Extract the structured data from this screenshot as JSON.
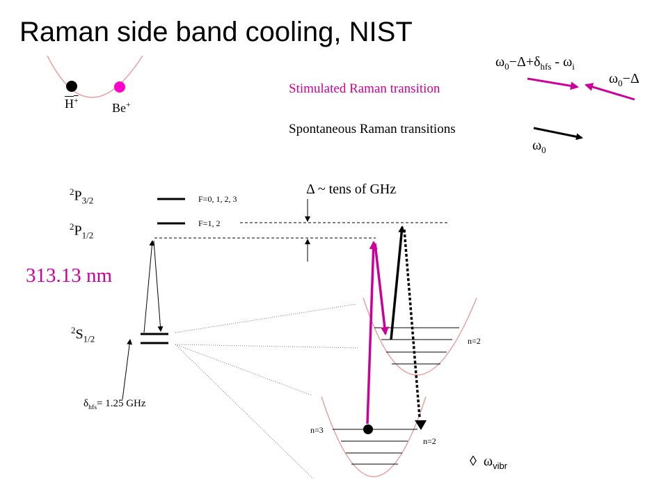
{
  "title": "Raman side band cooling, NIST",
  "ions": {
    "hbar_label": "H",
    "hbar_sup": "+",
    "be_label": "Be",
    "be_sup": "+"
  },
  "transitions": {
    "stimulated": "Stimulated Raman transition",
    "spontaneous": "Spontaneous Raman transitions"
  },
  "beams": {
    "beam1": {
      "sym": "ω",
      "sub0": "0",
      "minus_delta": "−Δ+δ",
      "hfs": "hfs",
      "minus": " - ω",
      "i": "i"
    },
    "beam2": {
      "sym": "ω",
      "sub0": "0",
      "rest": "−Δ"
    },
    "beam3": {
      "sym": "ω",
      "sub0": "0"
    }
  },
  "levels": {
    "p32": {
      "sup": "2",
      "main": "P",
      "sub": "3/2",
      "f": "F=0, 1, 2, 3"
    },
    "p12": {
      "sup": "2",
      "main": "P",
      "sub": "1/2",
      "f": "F=1, 2"
    },
    "s12": {
      "sup": "2",
      "main": "S",
      "sub": "1/2"
    }
  },
  "detuning": "Δ ~ tens of GHz",
  "wavelength": "313.13 nm",
  "hfs_split": {
    "delta": "δ",
    "sub": "hfs",
    "value": "= 1.25 GHz"
  },
  "n_labels": {
    "upper_n2": "n=2",
    "lower_n3": "n=3",
    "lower_n2": "n=2"
  },
  "vibr": {
    "arrow": "◊",
    "sym": "ω",
    "sub": "vibr"
  },
  "colors": {
    "magenta": "#cc0099",
    "pink_curve": "#e8a0a0",
    "black": "#000000"
  }
}
